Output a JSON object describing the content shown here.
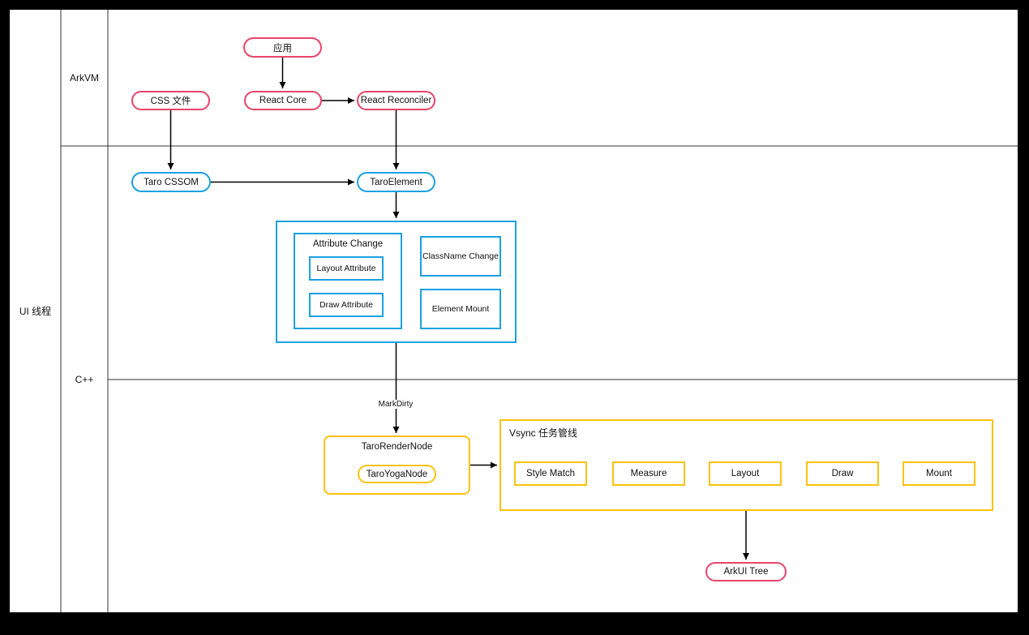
{
  "diagram": {
    "lanes": {
      "ui_thread_label": "UI 线程",
      "arkvm_label": "ArkVM",
      "cpp_label": "C++"
    },
    "arkvm": {
      "app": "应用",
      "css_file": "CSS 文件",
      "react_core": "React Core",
      "react_reconciler": "React Reconciler"
    },
    "cpp": {
      "taro_cssom": "Taro CSSOM",
      "taro_element": "TaroElement",
      "attribute_change": "Attribute Change",
      "layout_attribute": "Layout Attribute",
      "draw_attribute": "Draw Attribute",
      "classname_change": "ClassName Change",
      "element_mount": "Element Mount"
    },
    "render": {
      "mark_dirty_label": "MarkDirty",
      "taro_render_node": "TaroRenderNode",
      "taro_yoga_node": "TaroYogaNode",
      "vsync_title": "Vsync 任务管线",
      "pipeline": [
        "Style Match",
        "Measure",
        "Layout",
        "Draw",
        "Mount"
      ],
      "arkui_tree": "ArkUI Tree"
    },
    "colors": {
      "pink": "#e8446a",
      "blue": "#1ba1e2",
      "yellow": "#ffc20e",
      "line": "#000000"
    }
  }
}
